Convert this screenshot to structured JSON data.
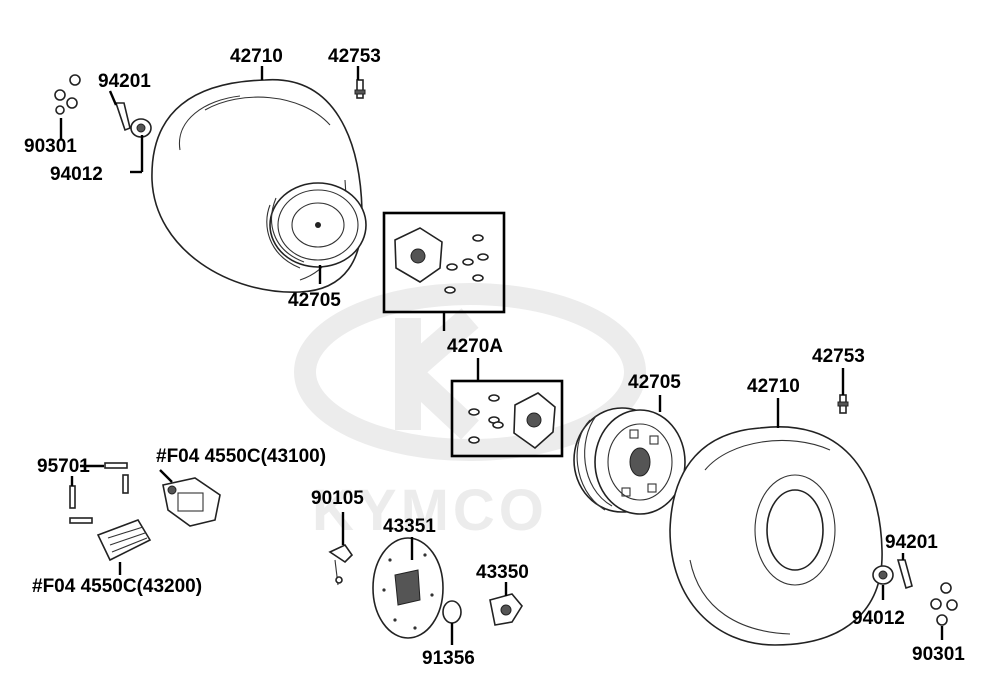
{
  "watermark": {
    "text": "KYMCO"
  },
  "labels": {
    "front_tire": "42710",
    "front_valve": "42753",
    "front_cotter_pin": "94201",
    "front_washer_set": "90301",
    "front_castle_nut": "94012",
    "front_rim": "42705",
    "hub_assy": "4270A",
    "rear_rim": "42705",
    "rear_tire": "42710",
    "rear_valve": "42753",
    "caliper_bolt": "95701",
    "caliper_upper": "#F04 4550C(43100)",
    "caliper_lower": "#F04 4550C(43200)",
    "brake_hose_bolt": "90105",
    "brake_disc": "43351",
    "hub_flange": "43350",
    "circlip": "91356",
    "rear_cotter_pin": "94201",
    "rear_castle_nut": "94012",
    "rear_washer_set": "90301"
  }
}
